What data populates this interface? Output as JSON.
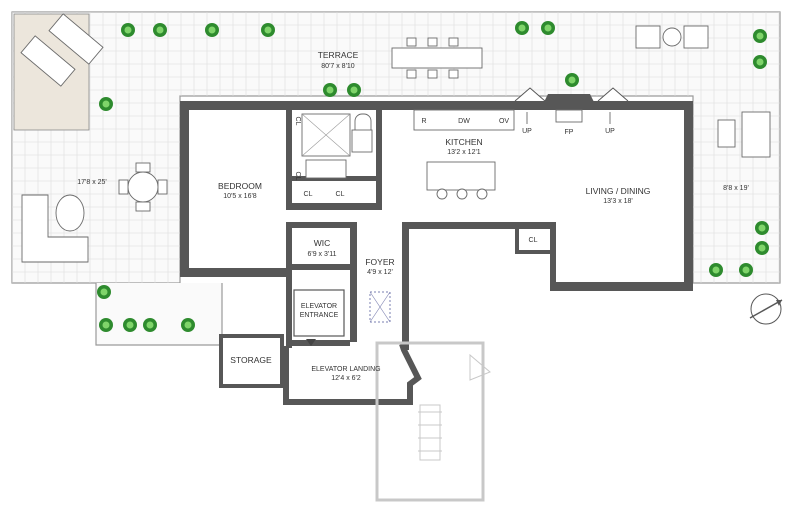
{
  "rooms": {
    "terrace": {
      "name": "TERRACE",
      "dims": "80'7 x 8'10"
    },
    "kitchen": {
      "name": "KITCHEN",
      "dims": "13'2 x 12'1"
    },
    "bedroom": {
      "name": "BEDROOM",
      "dims": "10'5 x 16'8"
    },
    "living": {
      "name": "LIVING / DINING",
      "dims": "13'3 x 18'"
    },
    "wic": {
      "name": "WIC",
      "dims": "6'9 x 3'11"
    },
    "foyer": {
      "name": "FOYER",
      "dims": "4'9 x 12'"
    },
    "elevator": {
      "line1": "ELEVATOR",
      "line2": "ENTRANCE"
    },
    "landing": {
      "name": "ELEVATOR LANDING",
      "dims": "12'4 x 6'2"
    },
    "storage": {
      "name": "STORAGE"
    },
    "west_terrace": {
      "dims": "17'8 x 25'"
    },
    "east_terrace": {
      "dims": "8'8 x 19'"
    }
  },
  "closets": [
    "CL",
    "CL",
    "CL",
    "CL",
    "CL"
  ],
  "appliances": {
    "range": "R",
    "dishwasher": "DW",
    "oven": "OV"
  },
  "stairs": {
    "up_left": "UP",
    "up_right": "UP",
    "fireplace": "FP"
  }
}
